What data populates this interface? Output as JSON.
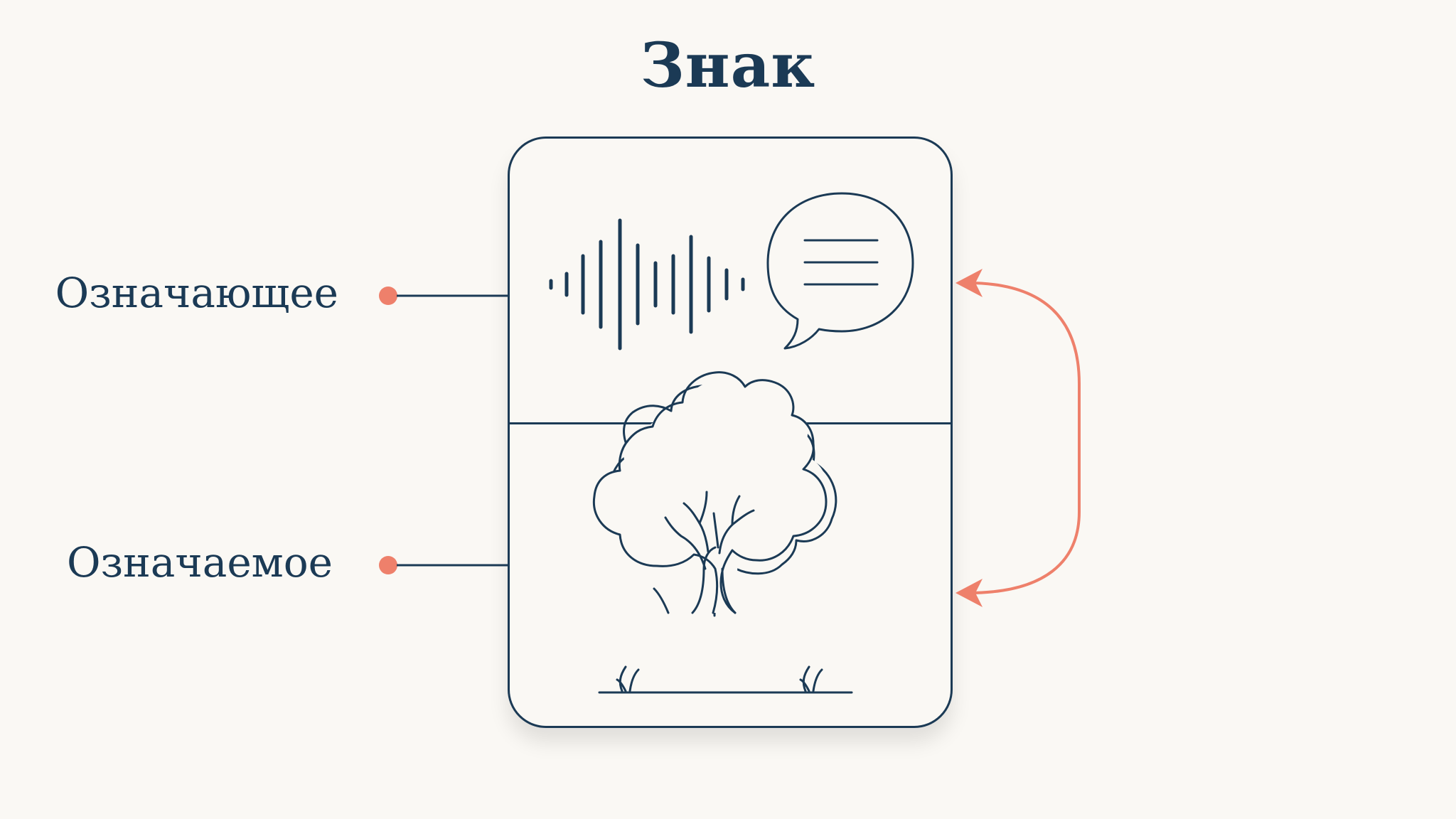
{
  "diagram": {
    "title": "Знак",
    "signifier_label": "Означающее",
    "signified_label": "Означаемое",
    "signifier_icons": [
      "sound-wave-icon",
      "speech-bubble-icon"
    ],
    "signified_icons": [
      "tree-icon"
    ],
    "link": "bidirectional-arrow"
  },
  "colors": {
    "ink": "#1b3a55",
    "accent": "#ee806b",
    "background": "#faf8f4"
  }
}
